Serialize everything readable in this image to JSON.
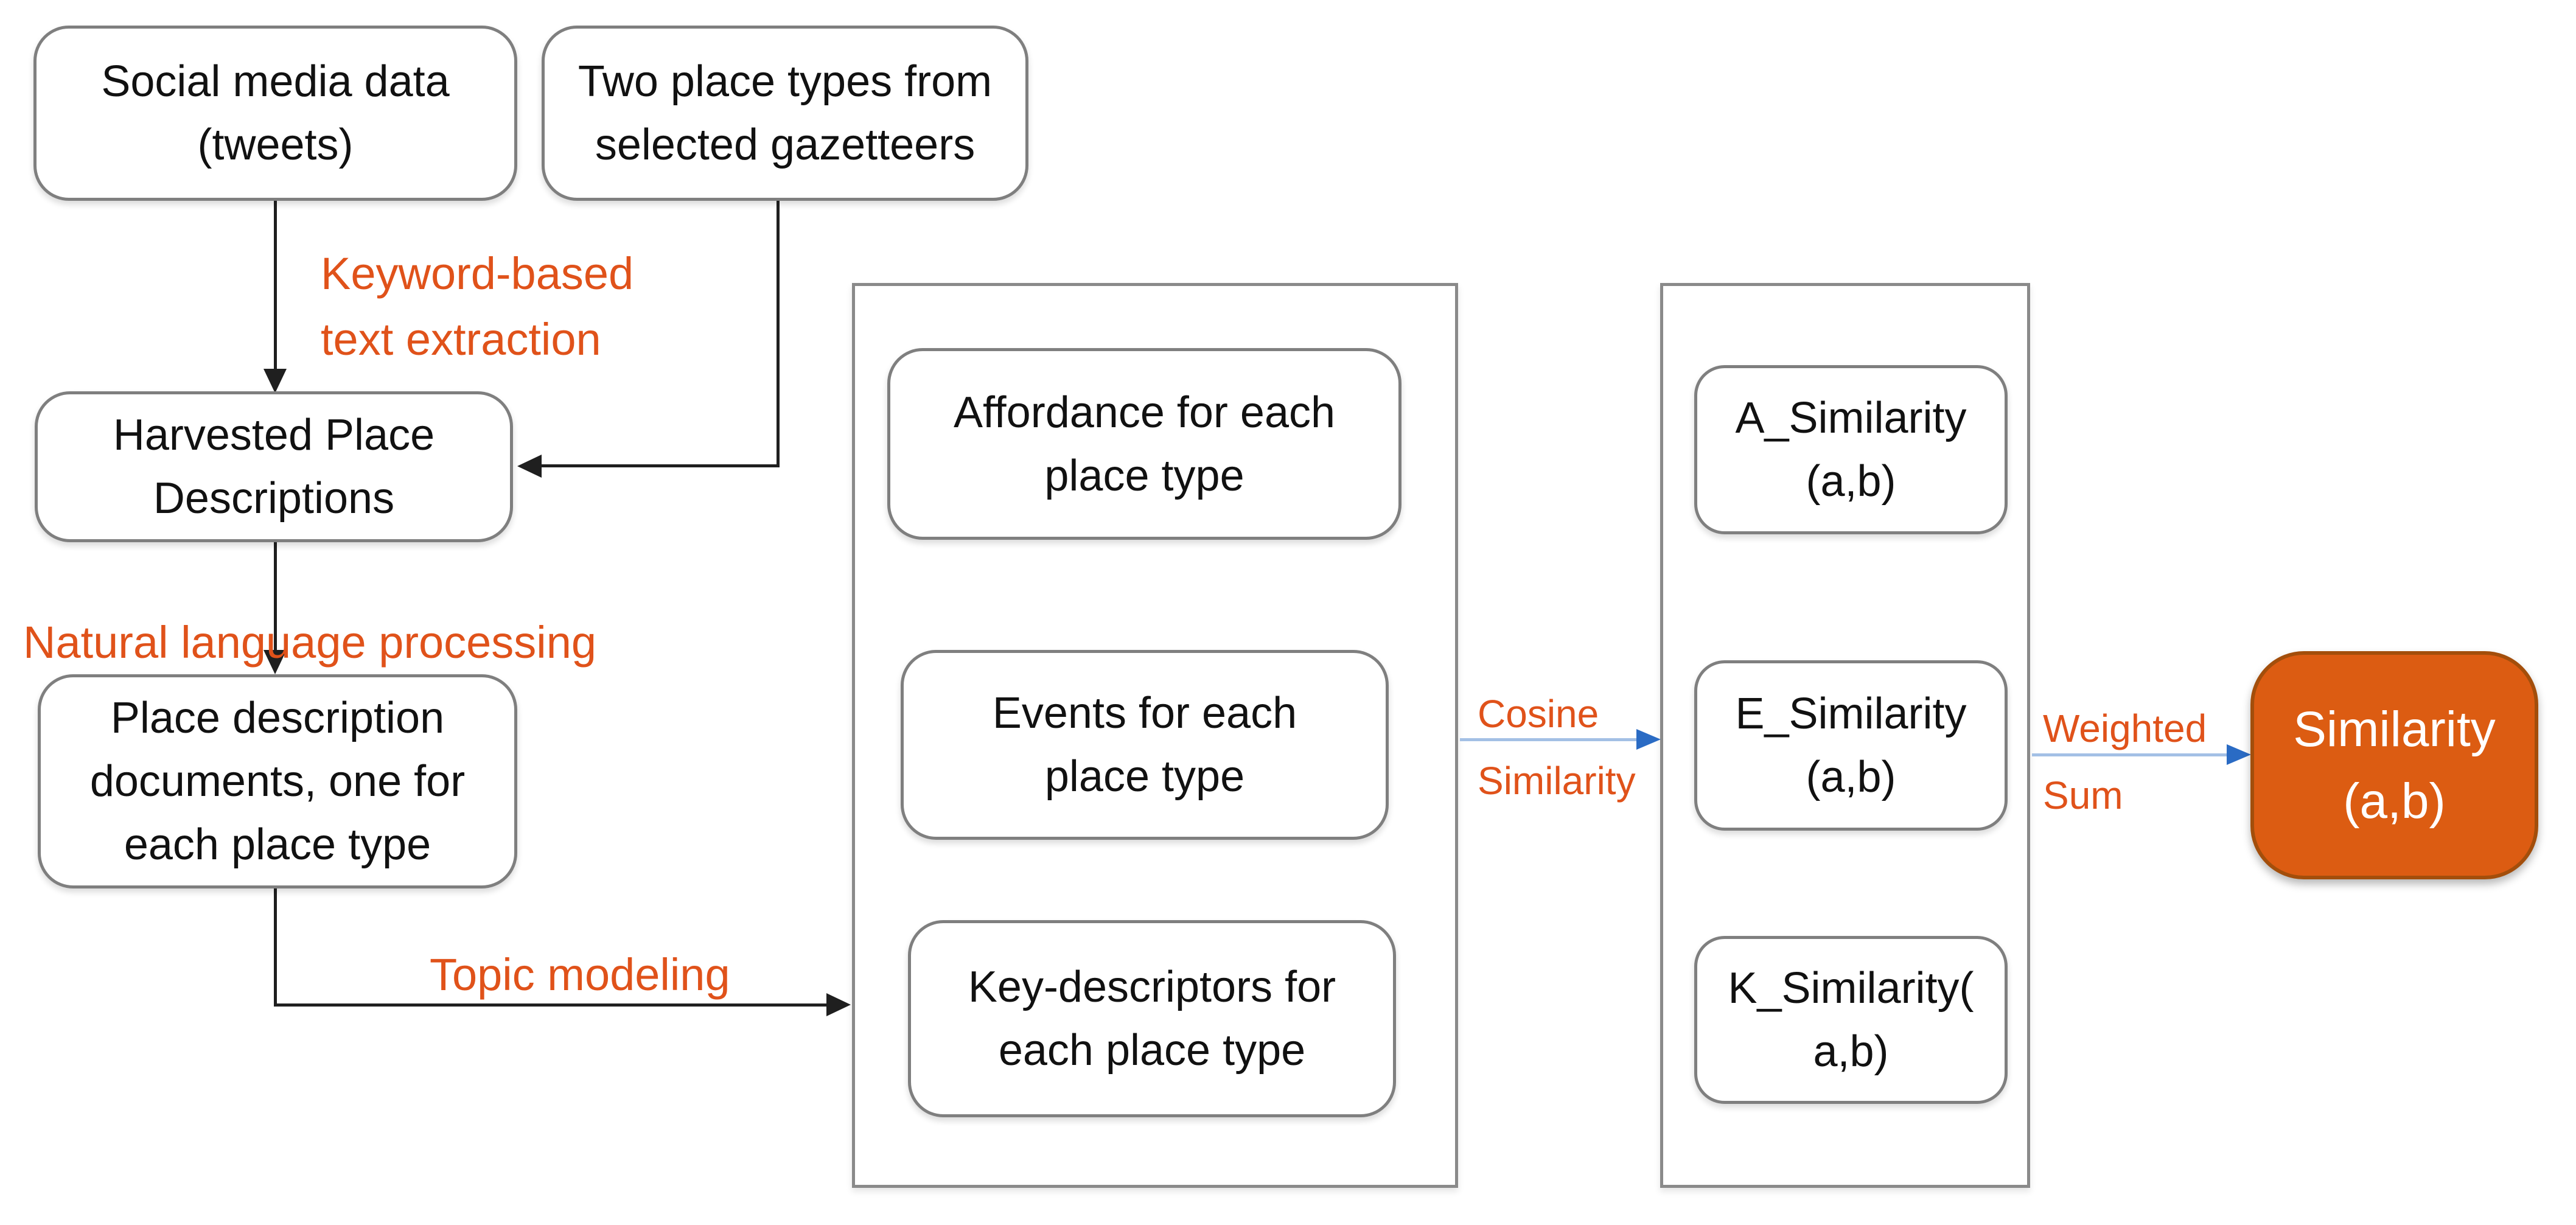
{
  "diagram": {
    "title": "Place type similarity computation flowchart",
    "nodes": {
      "social": {
        "lines": [
          "Social media data",
          "(tweets)"
        ]
      },
      "two_place": {
        "lines": [
          "Two place types from",
          "selected gazetteers"
        ]
      },
      "harvested": {
        "lines": [
          "Harvested Place",
          "Descriptions"
        ]
      },
      "place_desc": {
        "lines": [
          "Place description",
          "documents, one for",
          "each place type"
        ]
      },
      "affordance": {
        "lines": [
          "Affordance for each",
          "place type"
        ]
      },
      "events": {
        "lines": [
          "Events for each",
          "place type"
        ]
      },
      "keydesc": {
        "lines": [
          "Key-descriptors for",
          "each place type"
        ]
      },
      "a_sim": {
        "lines": [
          "A_Similarity",
          "(a,b)"
        ]
      },
      "e_sim": {
        "lines": [
          "E_Similarity",
          "(a,b)"
        ]
      },
      "k_sim": {
        "lines": [
          "K_Similarity(",
          "a,b)"
        ]
      },
      "similarity": {
        "lines": [
          "Similarity",
          "(a,b)"
        ]
      }
    },
    "labels": {
      "keyword": {
        "lines": [
          "Keyword-based",
          "text extraction"
        ]
      },
      "nlp": {
        "lines": [
          "Natural language processing"
        ]
      },
      "topic": {
        "lines": [
          "Topic modeling"
        ]
      },
      "cosine": {
        "lines": [
          "Cosine",
          "Similarity"
        ]
      },
      "weighted": {
        "lines": [
          "Weighted",
          "Sum"
        ]
      }
    },
    "colors": {
      "accent_orange": "#E0521A",
      "orange_fill": "#DC5C12",
      "orange_border": "#A34E0B",
      "border_gray": "#7f7f7f",
      "group_gray": "#8a8a8a",
      "arrow_black": "#1f1f1f",
      "blue_line": "#A3C0E5",
      "blue_head": "#2A6BC4",
      "ink": "#111111"
    }
  }
}
